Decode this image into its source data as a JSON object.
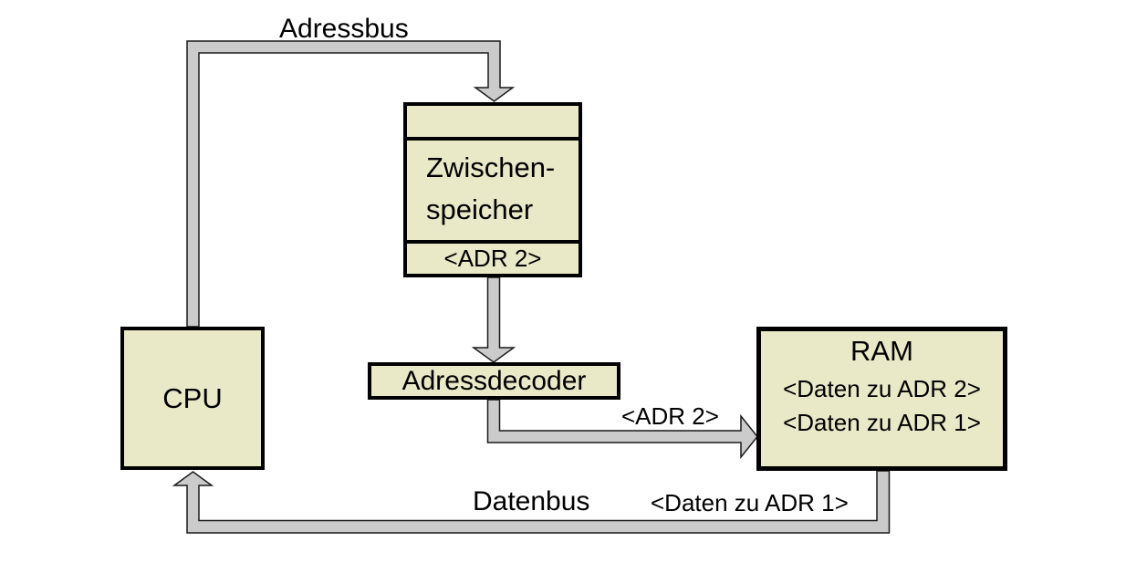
{
  "diagram": {
    "title_implicit": "CPU / RAM Adress- und Datenbus",
    "colors": {
      "background": "#ffffff",
      "box_fill": "#e9e9c8",
      "box_border": "#000000",
      "bus_fill": "#cbcbcb",
      "bus_outline": "#1a1a1a"
    },
    "nodes": {
      "cpu": {
        "label": "CPU"
      },
      "buffer": {
        "label_line1": "Zwischen-",
        "label_line2": "speicher",
        "slot": "<ADR 2>"
      },
      "decoder": {
        "label": "Adressdecoder"
      },
      "ram": {
        "title": "RAM",
        "entries": [
          "<Daten zu ADR 2>",
          "<Daten zu ADR 1>"
        ]
      }
    },
    "buses": {
      "address_bus": {
        "label": "Adressbus"
      },
      "decoder_to_ram": {
        "label": "<ADR 2>"
      },
      "data_bus": {
        "label": "Datenbus",
        "payload_label": "<Daten zu ADR 1>"
      }
    }
  }
}
